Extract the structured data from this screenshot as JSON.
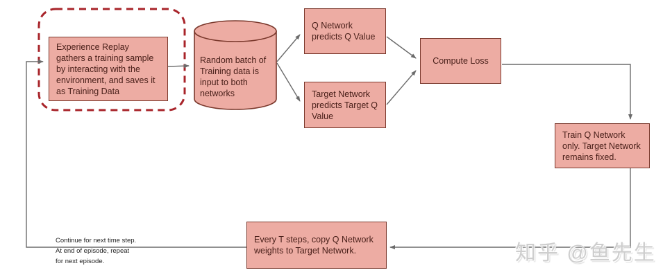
{
  "diagram": {
    "nodes": {
      "experience_replay": "Experience Replay gathers a training sample by interacting with the environment, and saves it as Training Data",
      "random_batch": "Random batch of Training data is input to both networks",
      "q_network": "Q Network predicts Q Value",
      "target_network": "Target Network predicts Target Q Value",
      "compute_loss": "Compute Loss",
      "train_q_network": "Train Q Network only. Target Network remains fixed.",
      "copy_weights": "Every T steps, copy Q Network weights to Target Network."
    },
    "notes": {
      "line1": "Continue for next time step.",
      "line2": "At end of episode, repeat",
      "line3": "for next episode."
    },
    "watermark": "知乎 @鱼先生",
    "colors": {
      "node_fill": "#edaca3",
      "node_border": "#7a382c",
      "node_text": "#4a201a",
      "dashed_loop_border": "#a8242a",
      "connector": "#6b6b6b",
      "watermark_gray": "#c5c5c5"
    }
  }
}
